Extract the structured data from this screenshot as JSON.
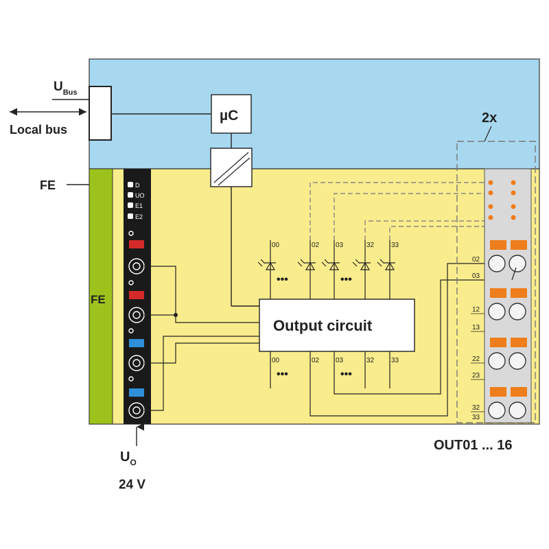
{
  "labels": {
    "u_bus_main": "U",
    "u_bus_sub": "Bus",
    "local_bus": "Local bus",
    "fe_outer": "FE",
    "fe_rail": "FE",
    "microcontroller": "µC",
    "output_circuit": "Output circuit",
    "multiplier": "2x",
    "u_o_main": "U",
    "u_o_sub": "O",
    "voltage": "24 V",
    "out_range": "OUT01 ... 16"
  },
  "leds": [
    "D",
    "UO",
    "E1",
    "E2"
  ],
  "channels_top": [
    "00",
    "02",
    "03",
    "32",
    "33"
  ],
  "channels_bottom": [
    "00",
    "02",
    "03",
    "32",
    "33"
  ],
  "ellipsis": "•••",
  "terminals": [
    "02",
    "03",
    "12",
    "13",
    "22",
    "23",
    "32",
    "33"
  ],
  "colors": {
    "bus_area": "#a8d8f0",
    "io_area": "#f9ec8c",
    "fe_rail": "#9dc21c",
    "connector_block": "#1a1a1a",
    "connector_red": "#d42a2a",
    "connector_blue": "#2f8fd8",
    "terminal_orange": "#ee7d1b",
    "terminal_gray": "#d9d9d9"
  }
}
